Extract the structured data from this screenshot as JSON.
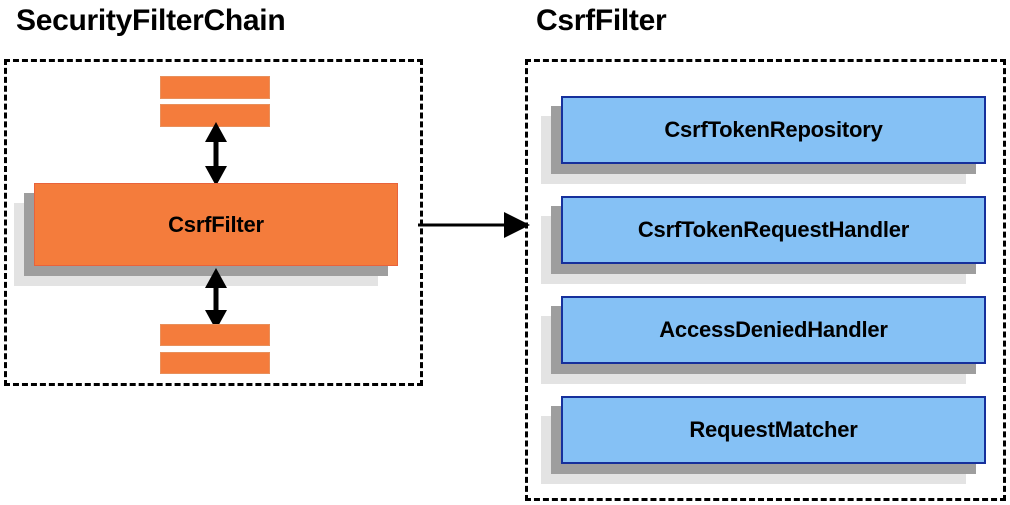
{
  "diagram": {
    "type": "component-relationship-diagram",
    "background_color": "#ffffff",
    "panels": [
      {
        "id": "security-filter-chain",
        "title": "SecurityFilterChain",
        "border_style": "dashed",
        "border_color": "#000000"
      },
      {
        "id": "csrf-filter",
        "title": "CsrfFilter",
        "border_style": "dashed",
        "border_color": "#000000"
      }
    ],
    "left_panel": {
      "title": "SecurityFilterChain",
      "top_bars": [
        "",
        ""
      ],
      "main_component": {
        "label": "CsrfFilter",
        "fill_color": "#f47c3c",
        "border_color": "#e8633c"
      },
      "bottom_bars": [
        "",
        ""
      ],
      "arrows": [
        {
          "name": "arrow-above-csrffilter",
          "direction": "double-vertical"
        },
        {
          "name": "arrow-below-csrffilter",
          "direction": "double-vertical"
        }
      ]
    },
    "right_panel": {
      "title": "CsrfFilter",
      "components": [
        {
          "label": "CsrfTokenRepository",
          "fill_color": "#85c1f5",
          "border_color": "#16309c"
        },
        {
          "label": "CsrfTokenRequestHandler",
          "fill_color": "#85c1f5",
          "border_color": "#16309c"
        },
        {
          "label": "AccessDeniedHandler",
          "fill_color": "#85c1f5",
          "border_color": "#16309c"
        },
        {
          "label": "RequestMatcher",
          "fill_color": "#85c1f5",
          "border_color": "#16309c"
        }
      ]
    },
    "connector": {
      "name": "csrffilter-to-csrffilter-detail",
      "direction": "right",
      "color": "#000000"
    },
    "palette": {
      "orange": "#f47c3c",
      "orange_border": "#e8633c",
      "blue": "#85c1f5",
      "blue_border": "#16309c",
      "shadow_dark": "#9e9e9e",
      "shadow_light": "#e3e3e3",
      "text": "#000000"
    }
  }
}
